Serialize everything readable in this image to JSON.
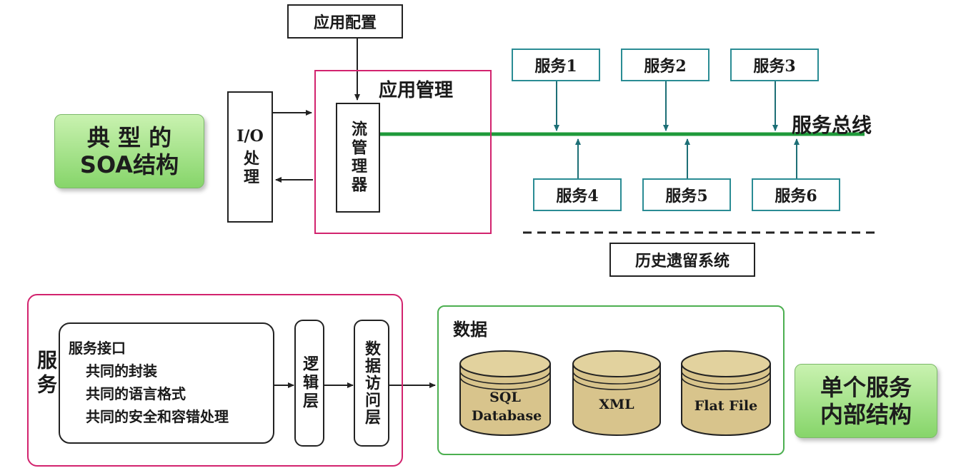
{
  "top": {
    "app_config": "应用配置",
    "app_mgmt": "应用管理",
    "io": "I/O",
    "io_proc": "处理",
    "flow_mgr": "流管理器",
    "bus": "服务总线",
    "services_top": [
      "服务1",
      "服务2",
      "服务3"
    ],
    "services_bottom": [
      "服务4",
      "服务5",
      "服务6"
    ],
    "legacy": "历史遗留系统",
    "callout_line1": "典 型 的",
    "callout_line2": "SOA结构"
  },
  "bottom": {
    "service": "服务",
    "iface_title": "服务接口",
    "iface_items": [
      "共同的封装",
      "共同的语言格式",
      "共同的安全和容错处理"
    ],
    "logic": "逻辑层",
    "data_access": "数据访问层",
    "data": "数据",
    "stores": [
      "SQL Database",
      "XML",
      "Flat File"
    ],
    "callout_line1": "单个服务",
    "callout_line2": "内部结构"
  },
  "colors": {
    "bus": "#1f9a3a",
    "service_border": "#2a8c94",
    "magenta": "#d2236e",
    "green_frame": "#4caf50",
    "cylinder": "#d8c48c"
  }
}
